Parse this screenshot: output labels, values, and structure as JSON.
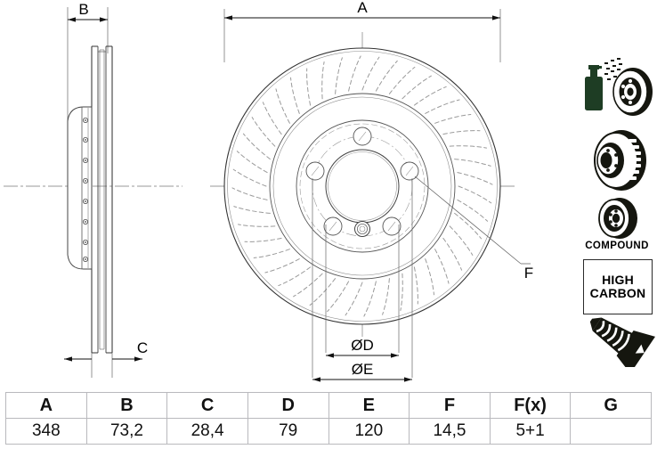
{
  "drawing": {
    "title": "Brake disc technical drawing",
    "dimension_labels": {
      "A": "A",
      "B": "B",
      "C": "C",
      "D": "ØD",
      "E": "ØE",
      "F": "F"
    }
  },
  "icons": {
    "coating": "spray-can-disc-icon",
    "vented": "vented-disc-icon",
    "compound": "compound-disc-icon",
    "compound_label": "COMPOUND",
    "high_carbon_line1": "HIGH",
    "high_carbon_line2": "CARBON",
    "screw": "countersunk-screw-icon"
  },
  "spec_table": {
    "headers": [
      "A",
      "B",
      "C",
      "D",
      "E",
      "F",
      "F(x)",
      "G"
    ],
    "values": [
      "348",
      "73,2",
      "28,4",
      "79",
      "120",
      "14,5",
      "5+1",
      ""
    ]
  },
  "colors": {
    "line": "#1a1a1a",
    "thin_line": "#555555",
    "centerline": "#9a9a9a",
    "hidden": "#8c8c8c",
    "table_border": "#b9b9bd",
    "spray_can": "#1e3d24",
    "icon_dark": "#15160f"
  }
}
